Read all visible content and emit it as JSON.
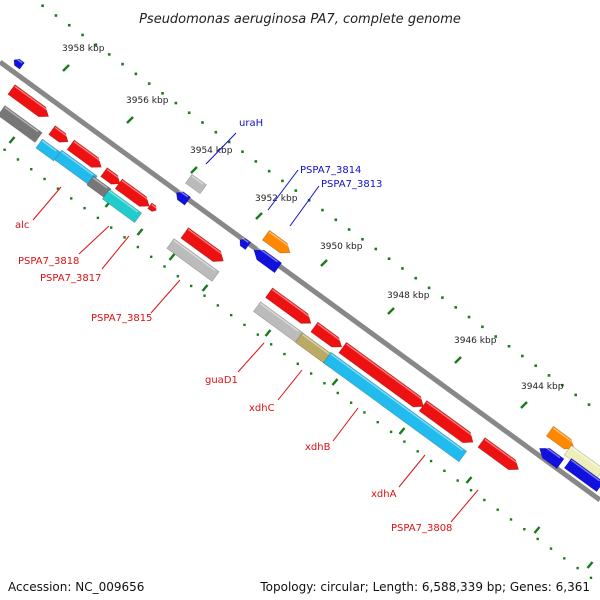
{
  "title": "Pseudomonas aeruginosa PA7, complete genome",
  "footer": {
    "accession": "Accession: NC_009656",
    "topology": "Topology: circular; Length: 6,588,339 bp; Genes: 6,361"
  },
  "kbp_labels": [
    "3958 kbp",
    "3956 kbp",
    "3954 kbp",
    "3952 kbp",
    "3950 kbp",
    "3948 kbp",
    "3946 kbp",
    "3944 kbp"
  ],
  "gene_labels": {
    "ura": "uraH",
    "p3814": "PSPA7_3814",
    "p3813": "PSPA7_3813",
    "alc": "alc",
    "p3818": "PSPA7_3818",
    "p3817": "PSPA7_3817",
    "p3815": "PSPA7_3815",
    "guad1": "guaD1",
    "xdhc": "xdhC",
    "xdhb": "xdhB",
    "xdha": "xdhA",
    "p3808": "PSPA7_3808"
  },
  "colors": {
    "red": "#ee1111",
    "blue": "#1111dd",
    "cyan": "#22bbee",
    "teal": "#22cccc",
    "gray": "#bbbbbb",
    "darkgray": "#777777",
    "orange": "#ff8800",
    "olive": "#bbaa66",
    "yellow": "#eeeebb",
    "tick": "#1e7a1e"
  }
}
